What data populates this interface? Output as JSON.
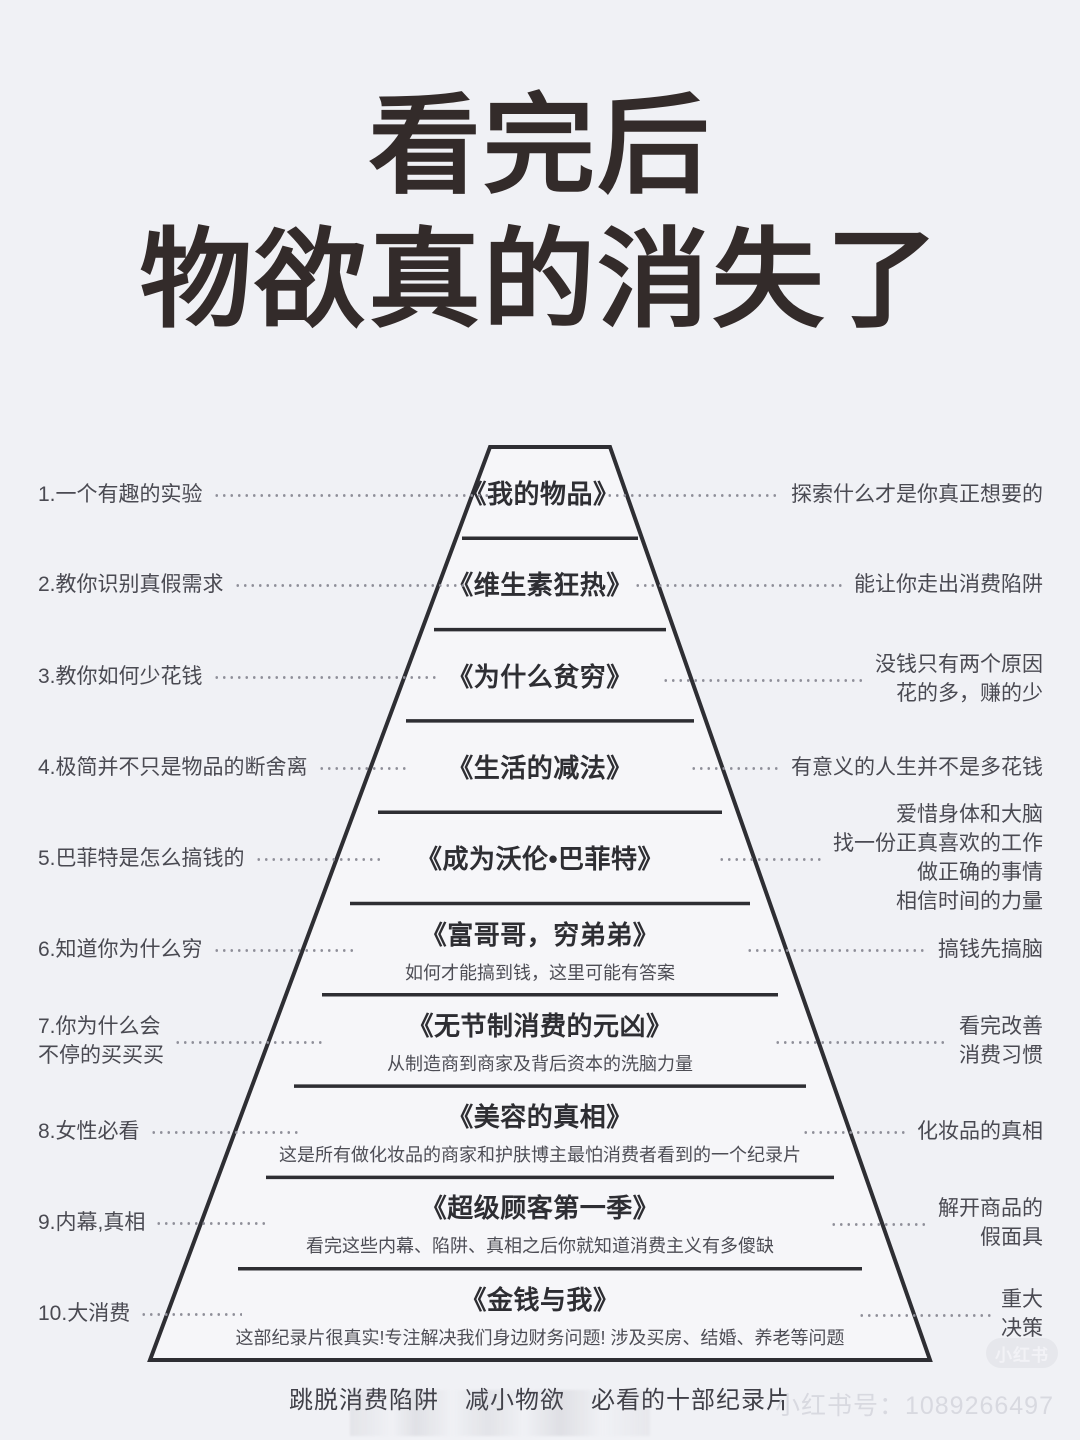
{
  "title": {
    "line1": "看完后",
    "line2": "物欲真的消失了",
    "color": "#332b2a"
  },
  "background_color": "#f0f1f5",
  "pyramid": {
    "rows": [
      {
        "index": "1.",
        "left": "1.一个有趣的实验",
        "title": "《我的物品》",
        "sub": "",
        "right": "探索什么才是你真正想要的"
      },
      {
        "index": "2.",
        "left": "2.教你识别真假需求",
        "title": "《维生素狂热》",
        "sub": "",
        "right": "能让你走出消费陷阱"
      },
      {
        "index": "3.",
        "left": "3.教你如何少花钱",
        "title": "《为什么贫穷》",
        "sub": "",
        "right": "没钱只有两个原因\n花的多，赚的少"
      },
      {
        "index": "4.",
        "left": "4.极简并不只是物品的断舍离",
        "title": "《生活的减法》",
        "sub": "",
        "right": "有意义的人生并不是多花钱"
      },
      {
        "index": "5.",
        "left": "5.巴菲特是怎么搞钱的",
        "title": "《成为沃伦•巴菲特》",
        "sub": "",
        "right": "爱惜身体和大脑\n找一份正真喜欢的工作\n做正确的事情\n相信时间的力量"
      },
      {
        "index": "6.",
        "left": "6.知道你为什么穷",
        "title": "《富哥哥，穷弟弟》",
        "sub": "如何才能搞到钱，这里可能有答案",
        "right": "搞钱先搞脑"
      },
      {
        "index": "7.",
        "left": "7.你为什么会\n不停的买买买",
        "title": "《无节制消费的元凶》",
        "sub": "从制造商到商家及背后资本的洗脑力量",
        "right": "看完改善\n消费习惯"
      },
      {
        "index": "8.",
        "left": "8.女性必看",
        "title": "《美容的真相》",
        "sub": "这是所有做化妆品的商家和护肤博主最怕消费者看到的一个纪录片",
        "right": "化妆品的真相"
      },
      {
        "index": "9.",
        "left": "9.内幕,真相",
        "title": "《超级顾客第一季》",
        "sub": "看完这些内幕、陷阱、真相之后你就知道消费主义有多傻缺",
        "right": "解开商品的\n假面具"
      },
      {
        "index": "10.",
        "left": "10.大消费",
        "title": "《金钱与我》",
        "sub": "这部纪录片很真实!专注解决我们身边财务问题! 涉及买房、结婚、养老等问题",
        "right": "重大\n决策"
      }
    ]
  },
  "footer": {
    "part1": "跳脱消费陷阱",
    "part2": "减小物欲",
    "part3": "必看的十部纪录片"
  },
  "watermark": {
    "account": "小红书号：1089266497",
    "badge": "小红书"
  }
}
